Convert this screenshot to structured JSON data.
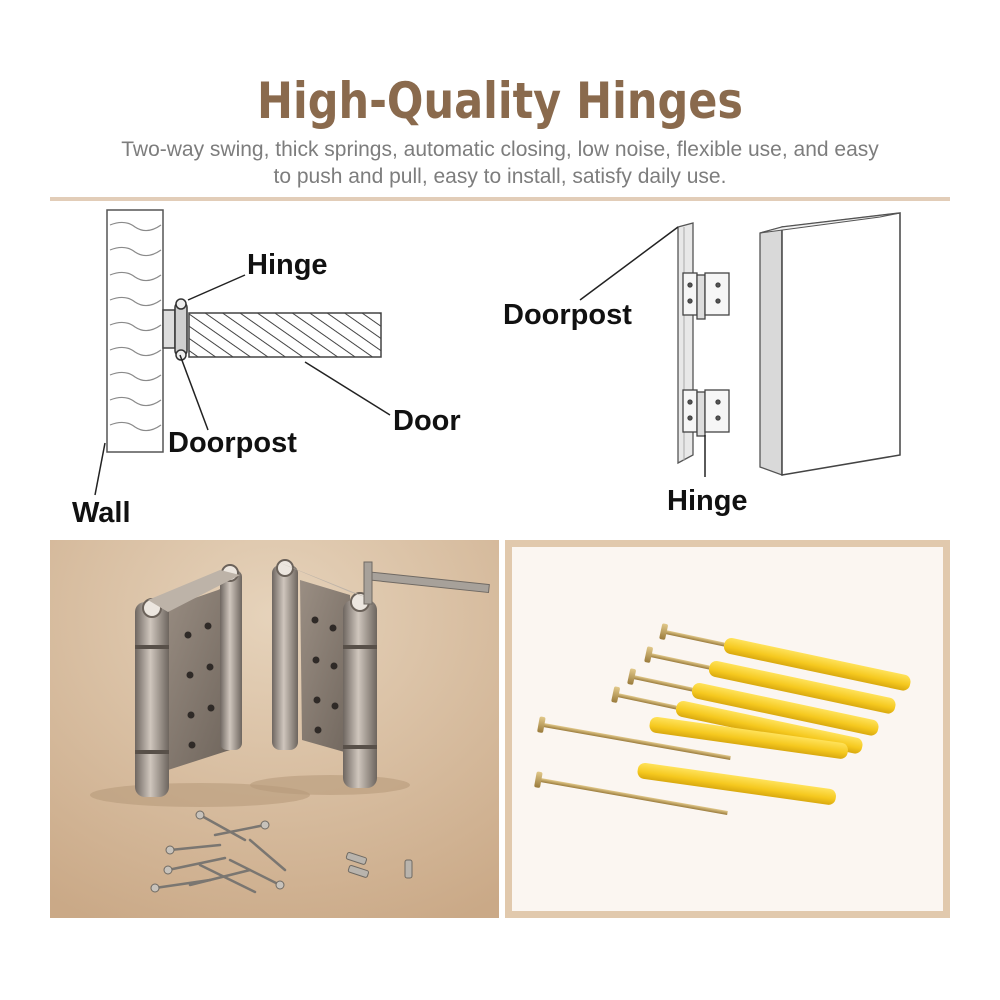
{
  "header": {
    "title": "High-Quality Hinges",
    "subtitle_line1": "Two-way swing, thick springs, automatic closing, low noise, flexible use, and easy",
    "subtitle_line2": "to push and pull, easy to install, satisfy daily use."
  },
  "diagram_left": {
    "hinge": "Hinge",
    "door": "Door",
    "doorpost": "Doorpost",
    "wall": "Wall"
  },
  "diagram_right": {
    "doorpost": "Doorpost",
    "hinge": "Hinge"
  },
  "colors": {
    "title": "#8a6a4d",
    "accent_line": "#e2cdb8",
    "photo_background": "#d8bfa1",
    "anchor_yellow": "#f5cf2a",
    "screw_brass": "#b89a55"
  }
}
